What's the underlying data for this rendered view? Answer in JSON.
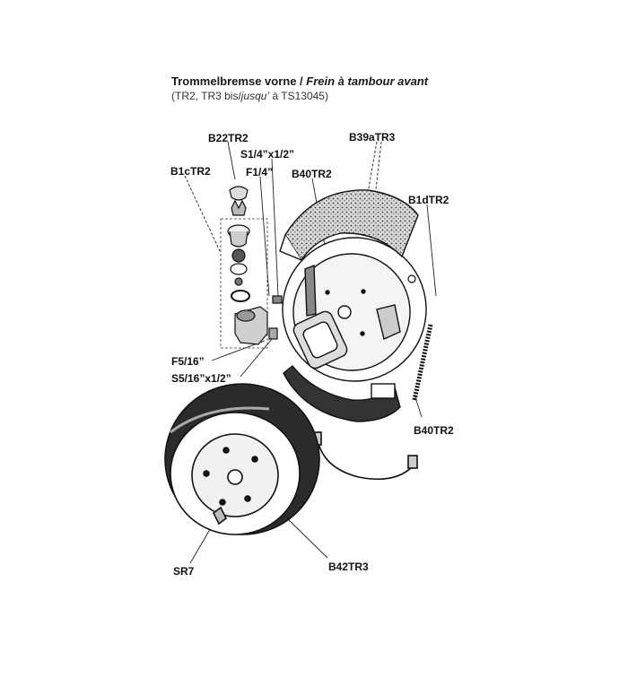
{
  "title": {
    "main": "Trommelbremse vorne / ",
    "main_italic": "Frein à tambour avant"
  },
  "subtitle": {
    "prefix": "(TR2, TR3 bis/",
    "italic": "jusqu’",
    "suffix": " à TS13045)"
  },
  "labels": {
    "b22tr2": "B22TR2",
    "s14x12": "S1/4”x1/2”",
    "b39atr3": "B39aTR3",
    "b1ctr2": "B1cTR2",
    "f14": "F1/4”",
    "b40tr2_top": "B40TR2",
    "b1dtr2": "B1dTR2",
    "f516": "F5/16”",
    "s516x12": "S5/16”x1/2”",
    "b40tr2_bottom": "B40TR2",
    "sr7": "SR7",
    "b42tr3": "B42TR3"
  }
}
